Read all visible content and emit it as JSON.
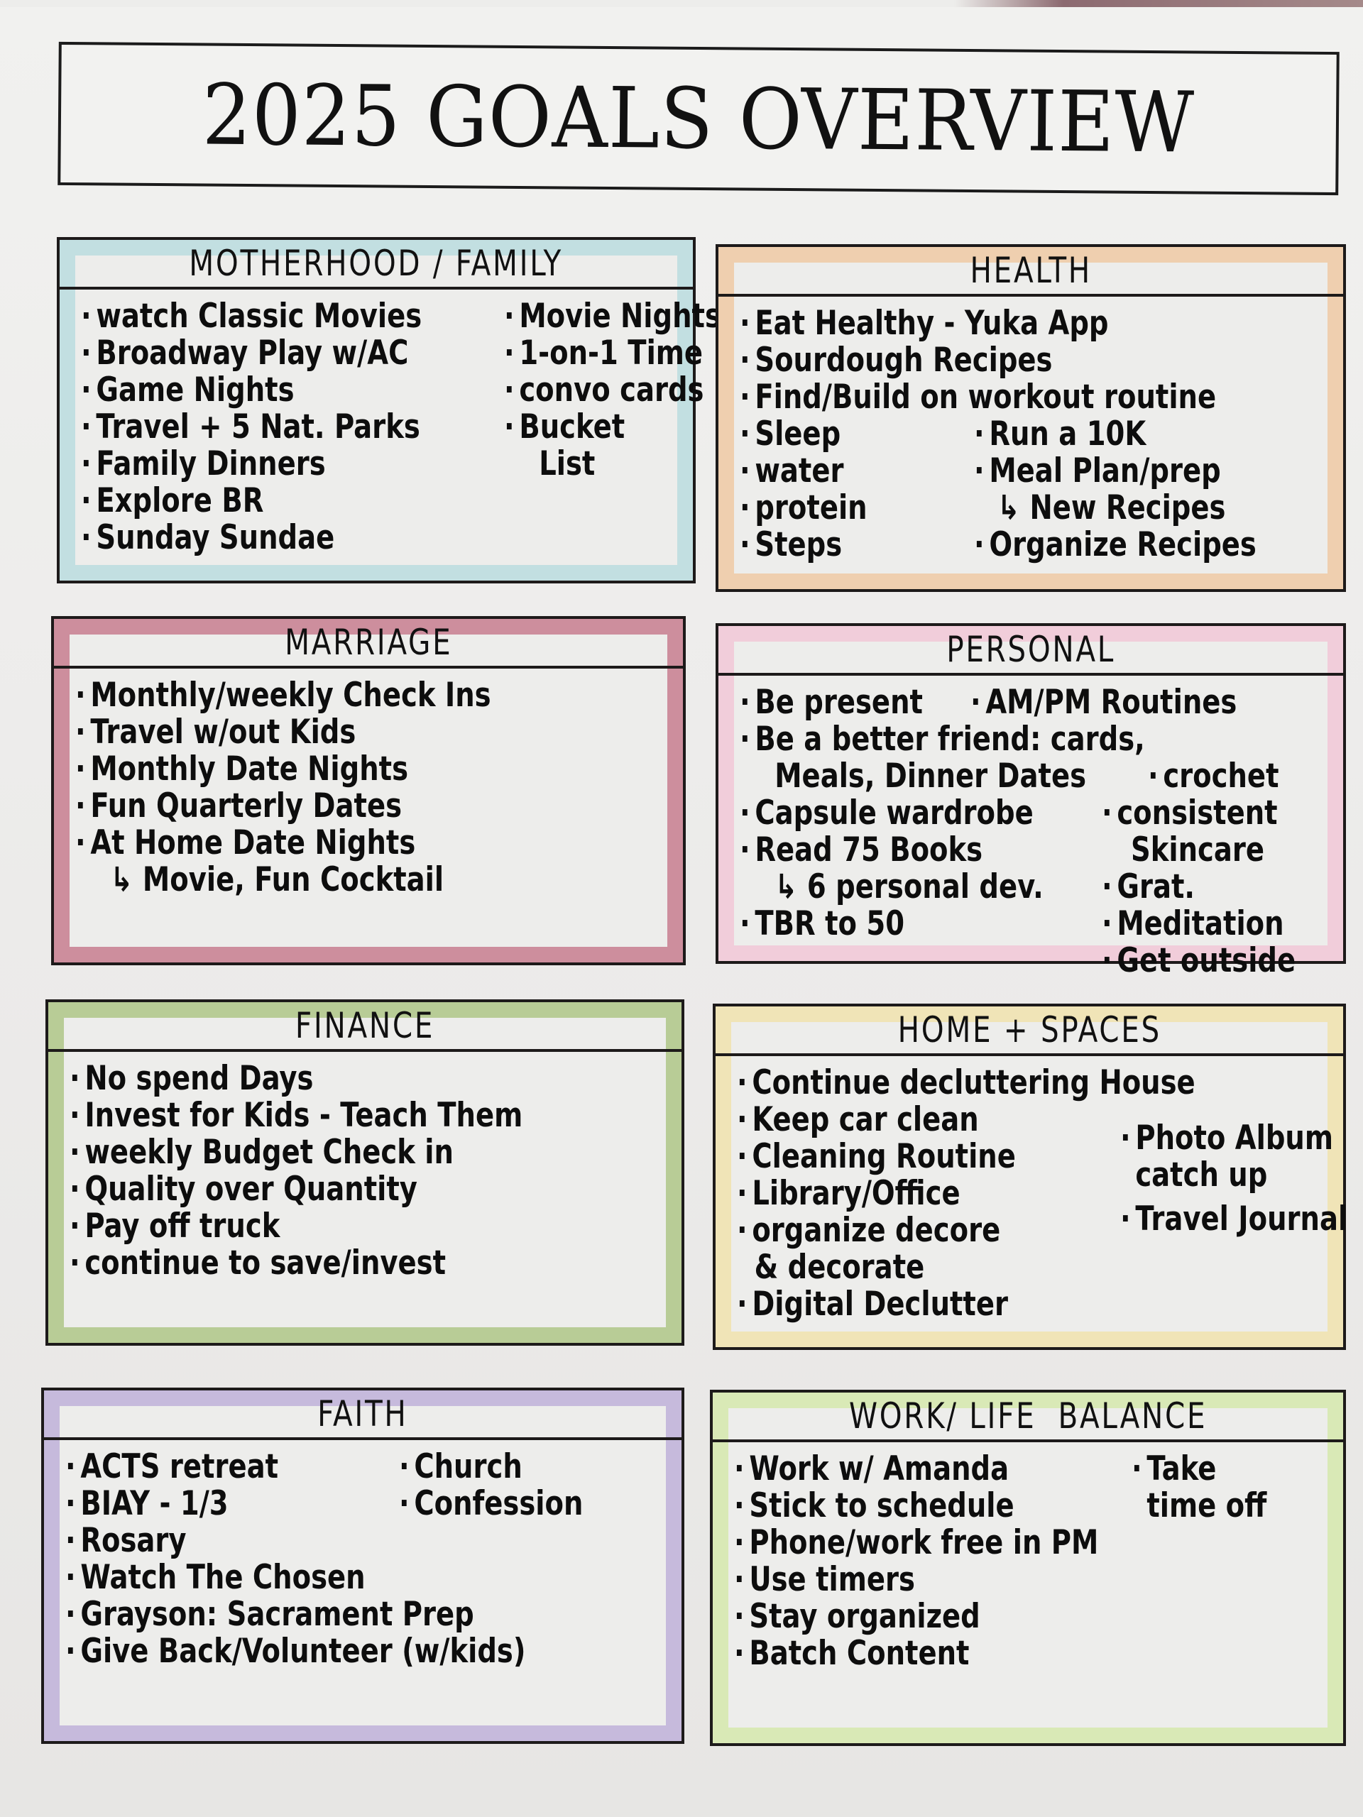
{
  "page": {
    "title": "2025 GOALS OVERVIEW"
  },
  "colors": {
    "motherhood": "#9fd4d8",
    "health": "#f0b77e",
    "marriage": "#b2405c",
    "personal": "#f4b3cc",
    "finance": "#8cb050",
    "home": "#f3dc8c",
    "faith": "#a68fd0",
    "work": "#c9e58a"
  },
  "sections": {
    "motherhood": {
      "title": "MOTHERHOOD / FAMILY",
      "main": [
        "watch Classic Movies",
        "Broadway Play w/AC",
        "Game Nights",
        "Travel + 5 Nat. Parks",
        "Family Dinners",
        "Explore BR",
        "Sunday Sundae"
      ],
      "side": [
        "Movie Nights",
        "1-on-1 Time",
        "convo cards",
        "Bucket",
        "List"
      ]
    },
    "health": {
      "title": "HEALTH",
      "main": [
        "Eat Healthy - Yuka App",
        "Sourdough Recipes",
        "Find/Build on workout routine",
        "Sleep",
        "water",
        "protein",
        "Steps"
      ],
      "side": [
        "Run a 10K",
        "Meal Plan/prep",
        "↳ New Recipes",
        "Organize Recipes"
      ]
    },
    "marriage": {
      "title": "MARRIAGE",
      "main": [
        "Monthly/weekly Check Ins",
        "Travel w/out Kids",
        "Monthly Date Nights",
        "Fun Quarterly Dates",
        "At Home Date Nights",
        "↳ Movie, Fun Cocktail"
      ]
    },
    "personal": {
      "title": "PERSONAL",
      "main": [
        "Be present",
        "Be a better friend: cards,",
        "Meals, Dinner Dates",
        "Capsule wardrobe",
        "Read 75 Books",
        "↳ 6 personal dev.",
        "TBR to 50"
      ],
      "side": [
        "AM/PM Routines",
        "crochet",
        "consistent",
        "Skincare",
        "Grat.",
        "Meditation",
        "Get outside"
      ]
    },
    "finance": {
      "title": "FINANCE",
      "main": [
        "No spend Days",
        "Invest for Kids - Teach Them",
        "weekly Budget Check in",
        "Quality over Quantity",
        "Pay off truck",
        "continue to save/invest"
      ]
    },
    "home": {
      "title": "HOME + SPACES",
      "main": [
        "Continue decluttering House",
        "Keep car clean",
        "Cleaning Routine",
        "Library/Office",
        "organize decore",
        "& decorate",
        "Digital Declutter"
      ],
      "side": [
        "Photo Album",
        "catch up",
        "Travel Journal"
      ]
    },
    "faith": {
      "title": "FAITH",
      "main": [
        "ACTS retreat",
        "BIAY - 1/3",
        "Rosary",
        "Watch The Chosen",
        "Grayson: Sacrament Prep",
        "Give Back/Volunteer (w/kids)"
      ],
      "side": [
        "Church",
        "Confession"
      ]
    },
    "work": {
      "title": "WORK/ LIFE  BALANCE",
      "main": [
        "Work w/ Amanda",
        "Stick to schedule",
        "Phone/work free in PM",
        "Use timers",
        "Stay organized",
        "Batch Content"
      ],
      "side": [
        "Take",
        "time off"
      ]
    }
  }
}
